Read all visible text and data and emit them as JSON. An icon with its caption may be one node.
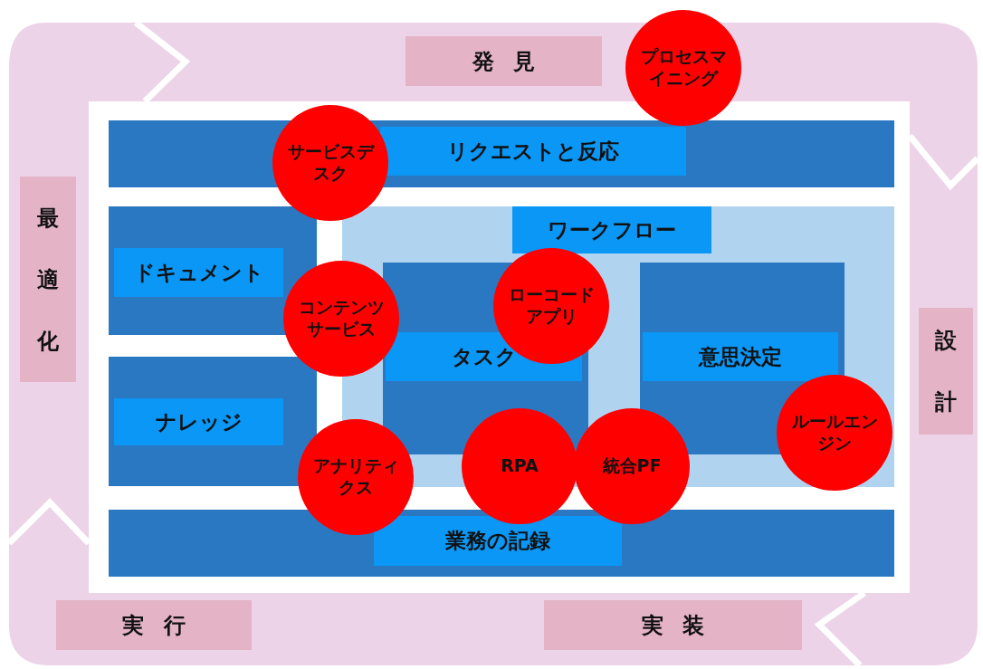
{
  "diagram": {
    "nodes": [
      {
        "text": [
          "発見"
        ]
      },
      {
        "text": [
          "設計"
        ]
      },
      {
        "text": [
          "実装"
        ]
      },
      {
        "text": [
          "実行"
        ]
      },
      {
        "text": [
          "最適化"
        ]
      },
      {
        "text": [
          "リクエストと反応"
        ]
      },
      {
        "text": [
          "ドキュメント"
        ]
      },
      {
        "text": [
          "ナレッジ"
        ]
      },
      {
        "text": [
          "ワークフロー"
        ]
      },
      {
        "text": [
          "タスク"
        ],
        "in": 8
      },
      {
        "text": [
          "意思決定"
        ],
        "in": 8
      },
      {
        "text": [
          "業務の記録"
        ]
      },
      {
        "text": [
          "プロセスマイニング"
        ]
      },
      {
        "text": [
          "サービスデスク"
        ]
      },
      {
        "text": [
          "コンテンツサービス"
        ]
      },
      {
        "text": [
          "ローコードアプリ"
        ],
        "in": 8
      },
      {
        "text": [
          "アナリティクス"
        ]
      },
      {
        "text": [
          "RPA"
        ]
      },
      {
        "text": [
          "統合PF"
        ]
      },
      {
        "text": [
          "ルールエンジン"
        ],
        "in": 8
      }
    ]
  }
}
